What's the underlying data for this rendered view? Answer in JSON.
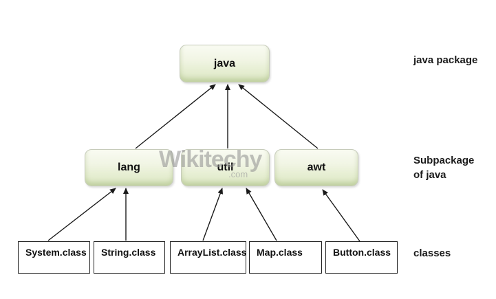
{
  "diagram": {
    "root": {
      "label": "java"
    },
    "packages": [
      {
        "label": "lang"
      },
      {
        "label": "util"
      },
      {
        "label": "awt"
      }
    ],
    "classes": [
      {
        "label": "System.class"
      },
      {
        "label": "String.class"
      },
      {
        "label": "ArrayList.class"
      },
      {
        "label": "Map.class"
      },
      {
        "label": "Button.class"
      }
    ],
    "annotations": {
      "root_label": "java package",
      "subpackage_label": "Subpackage\nof java",
      "classes_label": "classes"
    },
    "watermark": {
      "text": "Wikitechy",
      "suffix": ".com"
    },
    "colors": {
      "node_fill_top": "#f9fbf2",
      "node_fill_bottom": "#dce7c3",
      "node_border": "#c6cbba",
      "node_inner_shadow": "#94aa69",
      "class_node_border": "#1f1f1f",
      "arrow": "#1a1a1a",
      "watermark_gray": "#8f8f8f",
      "background": "#ffffff"
    }
  }
}
